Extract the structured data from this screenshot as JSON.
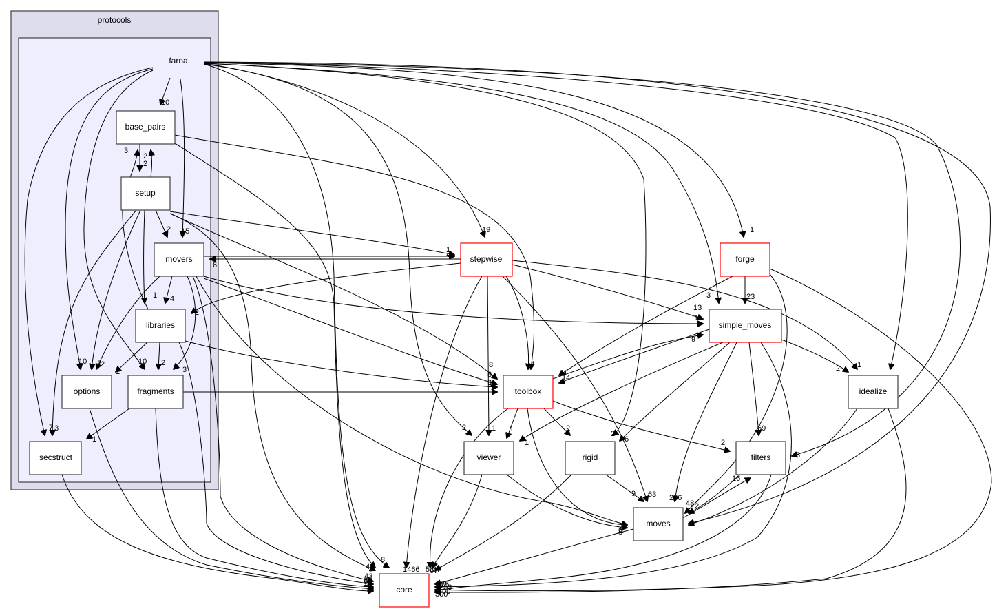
{
  "diagram": {
    "type": "directory-dependency-graph",
    "clusters": [
      {
        "id": "protocols",
        "label": "protocols"
      },
      {
        "id": "farna",
        "label": "farna"
      }
    ],
    "nodes": [
      {
        "id": "farna",
        "label": "farna",
        "style": "plain"
      },
      {
        "id": "base_pairs",
        "label": "base_pairs",
        "style": "normal"
      },
      {
        "id": "setup",
        "label": "setup",
        "style": "normal"
      },
      {
        "id": "movers",
        "label": "movers",
        "style": "normal"
      },
      {
        "id": "libraries",
        "label": "libraries",
        "style": "normal"
      },
      {
        "id": "options",
        "label": "options",
        "style": "normal"
      },
      {
        "id": "fragments",
        "label": "fragments",
        "style": "normal"
      },
      {
        "id": "secstruct",
        "label": "secstruct",
        "style": "normal"
      },
      {
        "id": "stepwise",
        "label": "stepwise",
        "style": "external"
      },
      {
        "id": "forge",
        "label": "forge",
        "style": "external"
      },
      {
        "id": "simple_moves",
        "label": "simple_moves",
        "style": "external"
      },
      {
        "id": "toolbox",
        "label": "toolbox",
        "style": "external"
      },
      {
        "id": "idealize",
        "label": "idealize",
        "style": "normal"
      },
      {
        "id": "viewer",
        "label": "viewer",
        "style": "normal"
      },
      {
        "id": "rigid",
        "label": "rigid",
        "style": "normal"
      },
      {
        "id": "filters",
        "label": "filters",
        "style": "normal"
      },
      {
        "id": "moves",
        "label": "moves",
        "style": "normal"
      },
      {
        "id": "core",
        "label": "core",
        "style": "external"
      }
    ],
    "edges": [
      {
        "from": "farna",
        "to": "base_pairs",
        "label": "10"
      },
      {
        "from": "farna",
        "to": "movers",
        "label": "15"
      },
      {
        "from": "farna",
        "to": "options",
        "label": "10"
      },
      {
        "from": "farna",
        "to": "fragments",
        "label": "10"
      },
      {
        "from": "farna",
        "to": "secstruct",
        "label": "7"
      },
      {
        "from": "farna",
        "to": "stepwise",
        "label": "19"
      },
      {
        "from": "farna",
        "to": "forge",
        "label": "1"
      },
      {
        "from": "farna",
        "to": "simple_moves",
        "label": "3"
      },
      {
        "from": "farna",
        "to": "idealize",
        "label": "1"
      },
      {
        "from": "farna",
        "to": "viewer",
        "label": "2"
      },
      {
        "from": "farna",
        "to": "rigid",
        "label": "2"
      },
      {
        "from": "farna",
        "to": "filters",
        "label": "3"
      },
      {
        "from": "farna",
        "to": "moves",
        "label": "2"
      },
      {
        "from": "farna",
        "to": "core",
        "label": "8"
      },
      {
        "from": "base_pairs",
        "to": "setup",
        "label": "2"
      },
      {
        "from": "setup",
        "to": "base_pairs",
        "label": "2"
      },
      {
        "from": "libraries",
        "to": "base_pairs",
        "label": "3"
      },
      {
        "from": "base_pairs",
        "to": "toolbox",
        "label": "1"
      },
      {
        "from": "base_pairs",
        "to": "core",
        "label": "49"
      },
      {
        "from": "setup",
        "to": "movers",
        "label": "2"
      },
      {
        "from": "setup",
        "to": "libraries",
        "label": "1"
      },
      {
        "from": "setup",
        "to": "options",
        "label": "2"
      },
      {
        "from": "setup",
        "to": "secstruct",
        "label": "3"
      },
      {
        "from": "setup",
        "to": "stepwise",
        "label": "1"
      },
      {
        "from": "setup",
        "to": "toolbox",
        "label": "8"
      },
      {
        "from": "setup",
        "to": "core",
        "label": "43"
      },
      {
        "from": "movers",
        "to": "libraries",
        "label": "4"
      },
      {
        "from": "movers",
        "to": "options",
        "label": "2"
      },
      {
        "from": "movers",
        "to": "fragments",
        "label": "3"
      },
      {
        "from": "movers",
        "to": "stepwise",
        "label": "2"
      },
      {
        "from": "movers",
        "to": "simple_moves",
        "label": "1"
      },
      {
        "from": "movers",
        "to": "toolbox",
        "label": "8"
      },
      {
        "from": "movers",
        "to": "moves",
        "label": "6"
      },
      {
        "from": "movers",
        "to": "core",
        "label": "55"
      },
      {
        "from": "stepwise",
        "to": "movers",
        "label": "6"
      },
      {
        "from": "stepwise",
        "to": "libraries",
        "label": "2"
      },
      {
        "from": "libraries",
        "to": "options",
        "label": "1"
      },
      {
        "from": "libraries",
        "to": "fragments",
        "label": "2"
      },
      {
        "from": "libraries",
        "to": "toolbox",
        "label": "3"
      },
      {
        "from": "libraries",
        "to": "core",
        "label": "18"
      },
      {
        "from": "fragments",
        "to": "secstruct",
        "label": "1"
      },
      {
        "from": "fragments",
        "to": "toolbox",
        "label": "3"
      },
      {
        "from": "fragments",
        "to": "core",
        "label": "65"
      },
      {
        "from": "options",
        "to": "core",
        "label": "1"
      },
      {
        "from": "secstruct",
        "to": "core",
        "label": "1"
      },
      {
        "from": "stepwise",
        "to": "simple_moves",
        "label": "13"
      },
      {
        "from": "stepwise",
        "to": "toolbox",
        "label": "1"
      },
      {
        "from": "stepwise",
        "to": "idealize",
        "label": "1"
      },
      {
        "from": "stepwise",
        "to": "viewer",
        "label": "1"
      },
      {
        "from": "stepwise",
        "to": "moves",
        "label": "63"
      },
      {
        "from": "stepwise",
        "to": "core",
        "label": "1466"
      },
      {
        "from": "forge",
        "to": "simple_moves",
        "label": "23"
      },
      {
        "from": "forge",
        "to": "toolbox",
        "label": "31"
      },
      {
        "from": "forge",
        "to": "moves",
        "label": "48"
      },
      {
        "from": "forge",
        "to": "core",
        "label": "35"
      },
      {
        "from": "simple_moves",
        "to": "toolbox",
        "label": "14"
      },
      {
        "from": "toolbox",
        "to": "simple_moves",
        "label": "9"
      },
      {
        "from": "simple_moves",
        "to": "idealize",
        "label": "2"
      },
      {
        "from": "simple_moves",
        "to": "viewer",
        "label": "1"
      },
      {
        "from": "simple_moves",
        "to": "rigid",
        "label": "6"
      },
      {
        "from": "simple_moves",
        "to": "filters",
        "label": "69"
      },
      {
        "from": "simple_moves",
        "to": "moves",
        "label": "286"
      },
      {
        "from": "simple_moves",
        "to": "core",
        "label": "1253"
      },
      {
        "from": "toolbox",
        "to": "viewer",
        "label": "1"
      },
      {
        "from": "toolbox",
        "to": "rigid",
        "label": "2"
      },
      {
        "from": "toolbox",
        "to": "filters",
        "label": "2"
      },
      {
        "from": "toolbox",
        "to": "moves",
        "label": "8"
      },
      {
        "from": "toolbox",
        "to": "core",
        "label": "53"
      },
      {
        "from": "idealize",
        "to": "moves",
        "label": "2"
      },
      {
        "from": "idealize",
        "to": "core",
        "label": "25"
      },
      {
        "from": "viewer",
        "to": "moves",
        "label": "2"
      },
      {
        "from": "viewer",
        "to": "core",
        "label": "37"
      },
      {
        "from": "rigid",
        "to": "moves",
        "label": "9"
      },
      {
        "from": "rigid",
        "to": "core",
        "label": "67"
      },
      {
        "from": "filters",
        "to": "moves",
        "label": "12"
      },
      {
        "from": "moves",
        "to": "filters",
        "label": "16"
      },
      {
        "from": "filters",
        "to": "core",
        "label": "300"
      },
      {
        "from": "moves",
        "to": "core",
        "label": "300"
      }
    ],
    "colors": {
      "cluster_outer_fill": "#ddddee",
      "cluster_inner_fill": "#eeeeff",
      "external_border": "#ff0000",
      "normal_border": "#404040"
    }
  }
}
